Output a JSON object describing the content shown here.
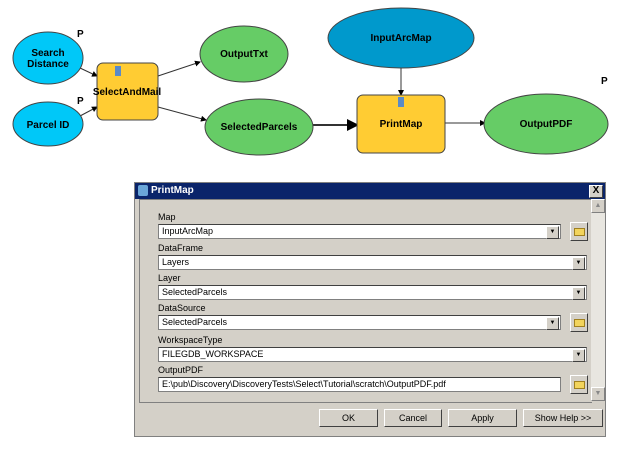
{
  "diagram": {
    "nodes": {
      "search_distance": [
        "Search",
        "Distance"
      ],
      "parcel_id": "Parcel ID",
      "select_and_mail": "SelectAndMail",
      "output_txt": "OutputTxt",
      "selected_parcels": "SelectedParcels",
      "input_arc_map": "InputArcMap",
      "print_map": "PrintMap",
      "output_pdf": "OutputPDF"
    },
    "parameter_marker": "P",
    "colors": {
      "input": "#00c8f8",
      "input_dark": "#0099cc",
      "tool": "#ffcc33",
      "output": "#66cc66"
    }
  },
  "dialog": {
    "title": "PrintMap",
    "close": "X",
    "fields": [
      {
        "label": "Map",
        "value": "InputArcMap"
      },
      {
        "label": "DataFrame",
        "value": "Layers"
      },
      {
        "label": "Layer",
        "value": "SelectedParcels"
      },
      {
        "label": "DataSource",
        "value": "SelectedParcels"
      },
      {
        "label": "WorkspaceType",
        "value": "FILEGDB_WORKSPACE"
      },
      {
        "label": "OutputPDF",
        "value": "E:\\pub\\Discovery\\DiscoveryTests\\Select\\Tutorial\\scratch\\OutputPDF.pdf"
      }
    ],
    "buttons": {
      "ok": "OK",
      "cancel": "Cancel",
      "apply": "Apply",
      "help": "Show Help >>"
    }
  }
}
